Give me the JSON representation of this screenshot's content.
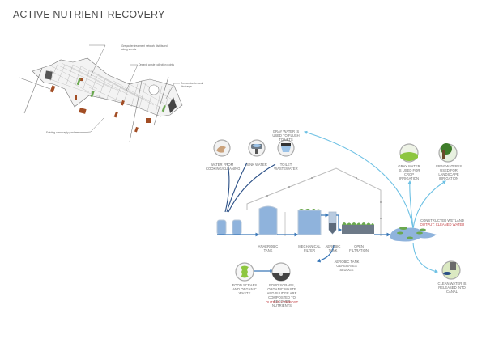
{
  "title": "ACTIVE NUTRIENT RECOVERY",
  "site_plan": {
    "annotations": [
      "Greywater treatment network distributed along streets",
      "Organic waste collection points",
      "Connection to canal discharge",
      "Existing community gardens"
    ]
  },
  "diagram": {
    "sources": [
      {
        "icon": "cooking-cleaning-icon",
        "label": "WATER FROM COOKING/CLEANING"
      },
      {
        "icon": "sink-icon",
        "label": "SINK WATER"
      },
      {
        "icon": "toilet-icon",
        "label": "TOILET WASTEWATER"
      }
    ],
    "gray_water_toilets": "GRAY WATER IS USED TO FLUSH TOILETS",
    "stages": [
      {
        "label": "ANAEROBIC TANK"
      },
      {
        "label": "MECHANICAL FILTER"
      },
      {
        "label": "AEROBIC TANK"
      },
      {
        "label": "OPEN FILTRATION"
      }
    ],
    "wetland": {
      "label": "CONSTRUCTED WETLAND",
      "output": "OUTPUT: CLEANED WATER"
    },
    "irrigation": [
      {
        "icon": "crop-field-icon",
        "label": "GRAY WATER IS USED FOR CROP IRRIGATION"
      },
      {
        "icon": "tree-icon",
        "label": "GRAY WATER IS USED FOR LANDSCAPE IRRIGATION"
      }
    ],
    "canal": {
      "icon": "canal-icon",
      "label": "CLEAN WATER IS RELEASED INTO CANAL"
    },
    "sludge": "AEROBIC TANK GENERATES SLUDGE",
    "food_waste": {
      "icon": "apple-core-icon",
      "label": "FOOD SCRAPS AND ORGANIC WASTE"
    },
    "compost": {
      "icon": "compost-icon",
      "label": "FOOD SCRAPS, ORGANIC WASTE AND SLUDGE ARE COMPOSTED TO RECOVER NUTRIENTS",
      "output": "OUTPUT: COMPOST"
    }
  },
  "colors": {
    "water": "#8fb3dc",
    "flow": "#3a78b8",
    "gray_flow": "#6ec1e4",
    "dark_flow": "#2a4f86",
    "accent_red": "#c4464a",
    "building": "#a24d24",
    "green": "#6aa84f"
  }
}
